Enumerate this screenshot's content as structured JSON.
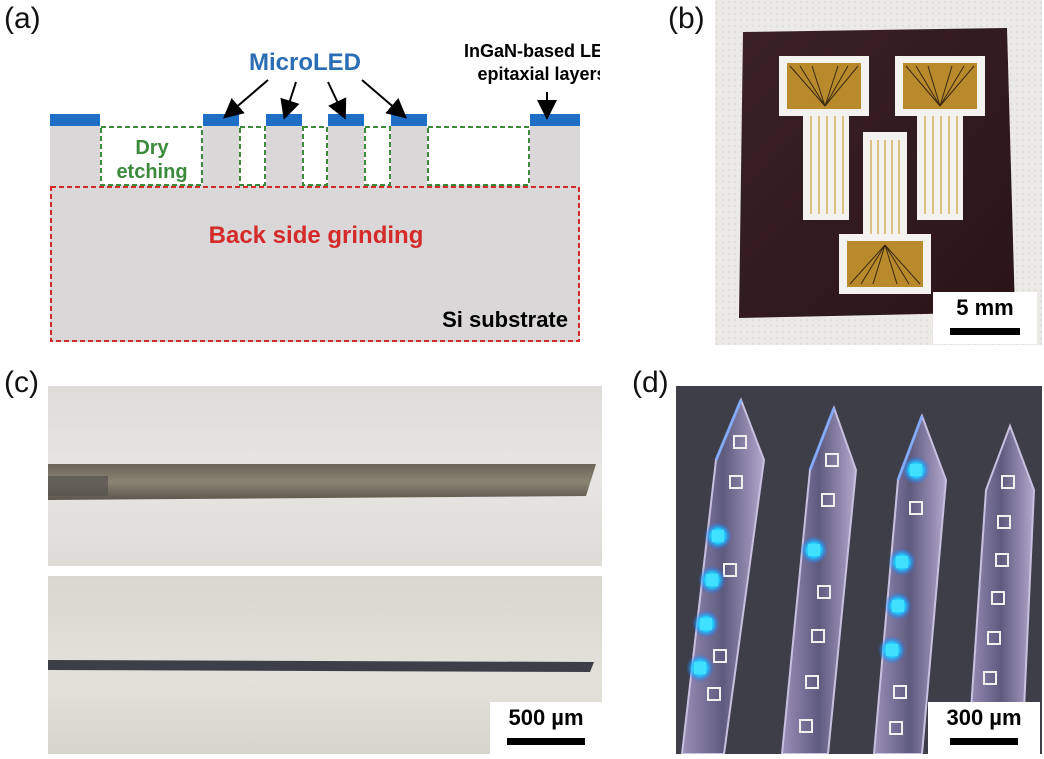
{
  "panels": {
    "a": {
      "letter": "(a)",
      "label_microled": "MicroLED",
      "label_epi_line1": "InGaN-based LED",
      "label_epi_line2": "epitaxial layers",
      "label_dry_line1": "Dry",
      "label_dry_line2": "etching",
      "label_grinding": "Back side grinding",
      "label_substrate": "Si substrate",
      "colors": {
        "led": "#1f6fc6",
        "substrate": "#d9d7d8",
        "dry_etching": "#3d8a3d",
        "grinding": "#d42a2a",
        "microled_text": "#2a6db5"
      }
    },
    "b": {
      "letter": "(b)",
      "scale_label": "5 mm"
    },
    "c": {
      "letter": "(c)",
      "scale_label": "500 µm"
    },
    "d": {
      "letter": "(d)",
      "scale_label": "300 µm"
    }
  }
}
